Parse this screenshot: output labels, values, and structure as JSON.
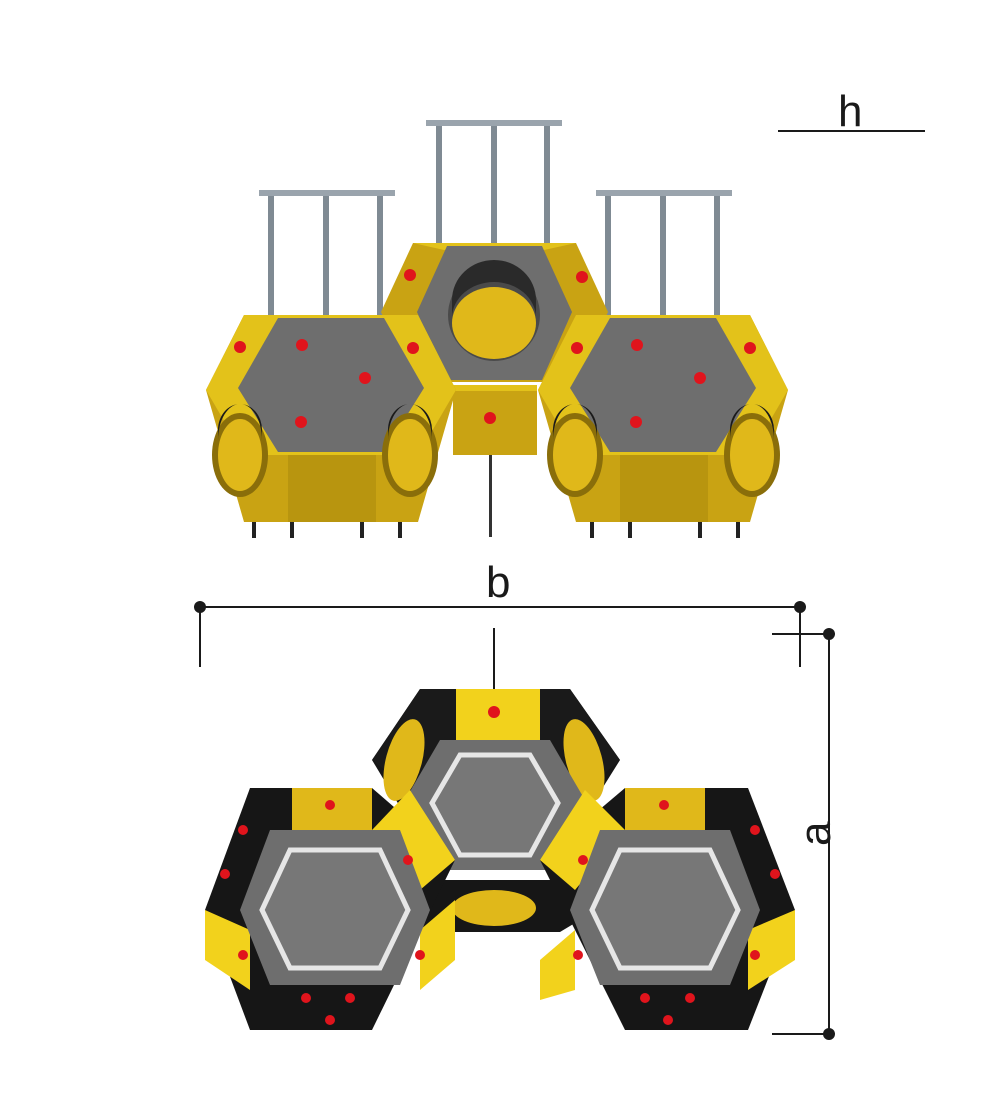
{
  "dimensions": {
    "height_label": "h",
    "width_label": "b",
    "depth_label": "a"
  },
  "colors": {
    "yellow_face": "#f2d21c",
    "yellow_side": "#c9a313",
    "yellow_dark": "#8a6e0a",
    "gray_panel": "#6e6e6e",
    "gray_dark": "#4a4a4a",
    "black_panel": "#161616",
    "red_hold": "#e0141c",
    "steel": "#8f9aa3"
  }
}
